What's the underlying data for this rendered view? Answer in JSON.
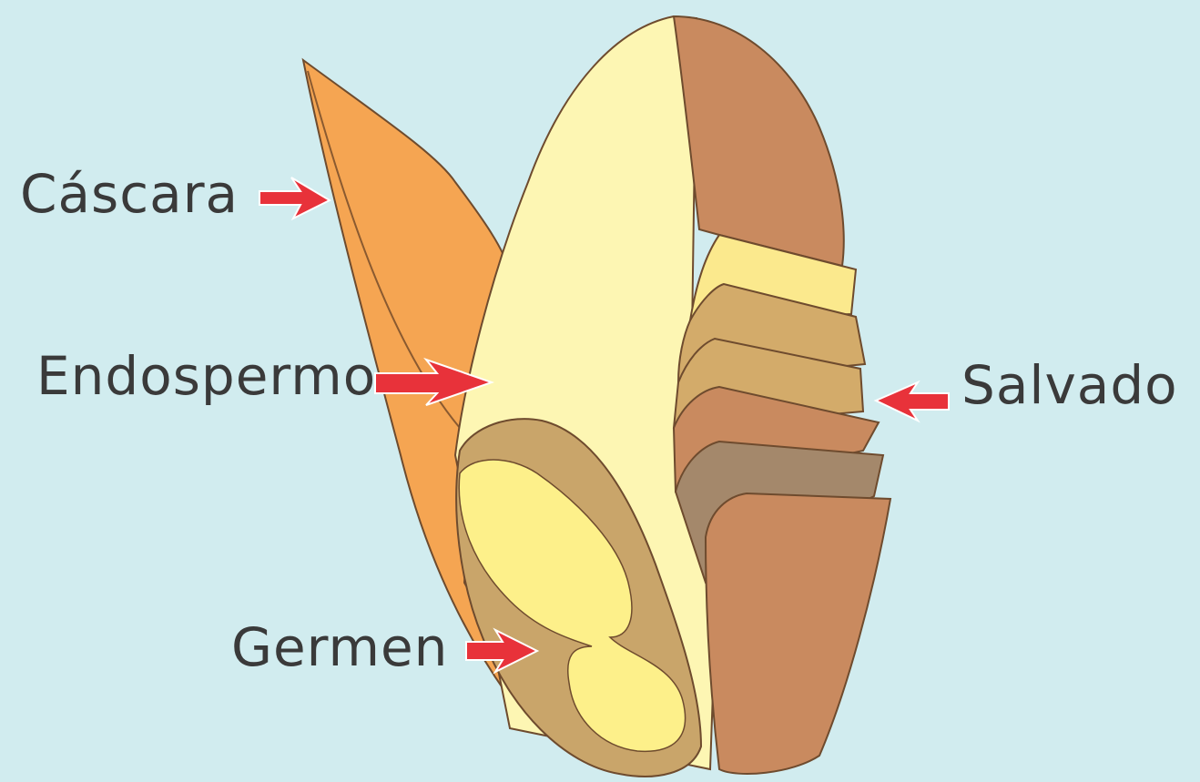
{
  "labels": {
    "husk": "Cáscara",
    "endosperm": "Endospermo",
    "bran": "Salvado",
    "germ": "Germen"
  },
  "colors": {
    "background": "#d1ecef",
    "husk": "#f5a552",
    "endosperm": "#fdf6b3",
    "bran": "#c98a5f",
    "bran_tan": "#d3ab6a",
    "bran_dark": "#a4886b",
    "germ_outer": "#c9a56a",
    "germ_inner": "#fdf08a",
    "arrow": "#e8323a",
    "text": "#3a3a3a"
  }
}
